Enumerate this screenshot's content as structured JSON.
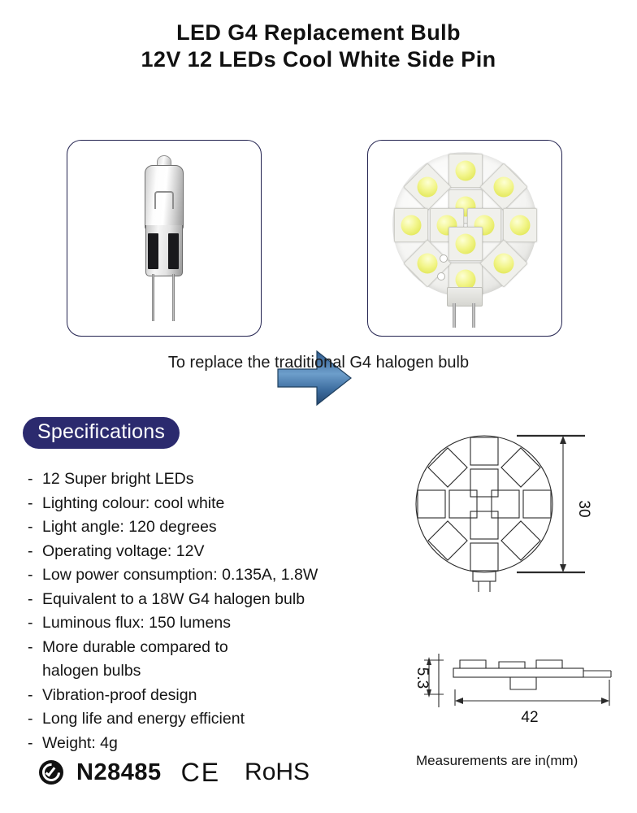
{
  "title": {
    "line1": "LED G4 Replacement Bulb",
    "line2": "12V 12 LEDs Cool White Side Pin"
  },
  "comparison": {
    "left_panel_name": "halogen-g4-bulb-photo",
    "right_panel_name": "led-g4-bulb-photo",
    "arrow_name": "replacement-arrow",
    "arrow_color": "#3a6ea5",
    "caption": "To replace the traditional G4 halogen bulb"
  },
  "specifications": {
    "badge_label": "Specifications",
    "badge_color": "#2b2a6e",
    "items": [
      {
        "text": "12 Super bright LEDs",
        "bullet": true
      },
      {
        "text": "Lighting colour: cool white",
        "bullet": true
      },
      {
        "text": "Light angle: 120 degrees",
        "bullet": true
      },
      {
        "text": "Operating voltage: 12V",
        "bullet": true
      },
      {
        "text": "Low power consumption: 0.135A, 1.8W",
        "bullet": true
      },
      {
        "text": "Equivalent to a 18W G4 halogen bulb",
        "bullet": true
      },
      {
        "text": "Luminous flux: 150 lumens",
        "bullet": true
      },
      {
        "text": "More durable compared to",
        "bullet": true
      },
      {
        "text": "halogen bulbs",
        "bullet": false
      },
      {
        "text": "Vibration-proof design",
        "bullet": true
      },
      {
        "text": "Long life and energy efficient",
        "bullet": true
      },
      {
        "text": "Weight: 4g",
        "bullet": true
      }
    ]
  },
  "certifications": {
    "ctick_icon": "c-tick-rcm-icon",
    "ctick_number": "N28485",
    "ce_mark": "CE",
    "rohs_mark": "RoHS"
  },
  "drawings": {
    "front_view": {
      "name": "front-view-dimension-drawing",
      "diameter_label": "30",
      "led_count": 12
    },
    "side_view": {
      "name": "side-view-dimension-drawing",
      "thickness_label": "5.3",
      "length_label": "42"
    },
    "units_note": "Measurements are in(mm)"
  }
}
